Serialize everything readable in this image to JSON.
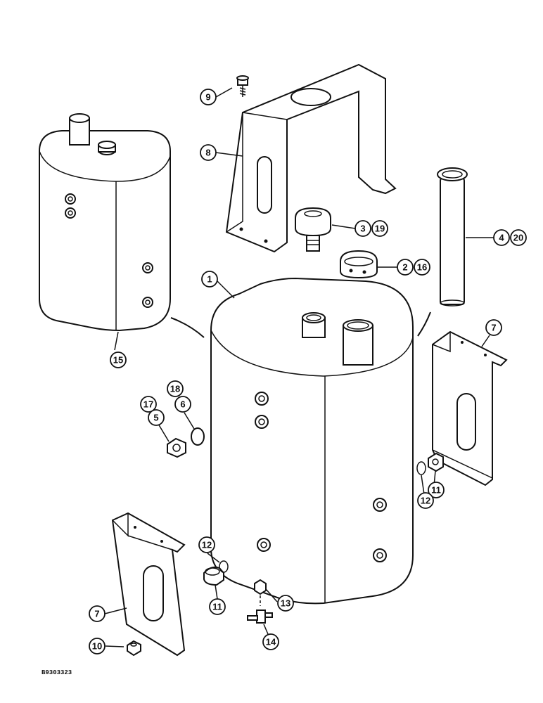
{
  "figure_id": "B9303323",
  "callouts": {
    "c1": "1",
    "c2": "2",
    "c16": "16",
    "c3": "3",
    "c19": "19",
    "c4": "4",
    "c20": "20",
    "c5": "5",
    "c6": "6",
    "c7a": "7",
    "c7b": "7",
    "c8": "8",
    "c9": "9",
    "c10": "10",
    "c11a": "11",
    "c11b": "11",
    "c12a": "12",
    "c12b": "12",
    "c13": "13",
    "c14": "14",
    "c15": "15",
    "c17": "17",
    "c18": "18"
  }
}
